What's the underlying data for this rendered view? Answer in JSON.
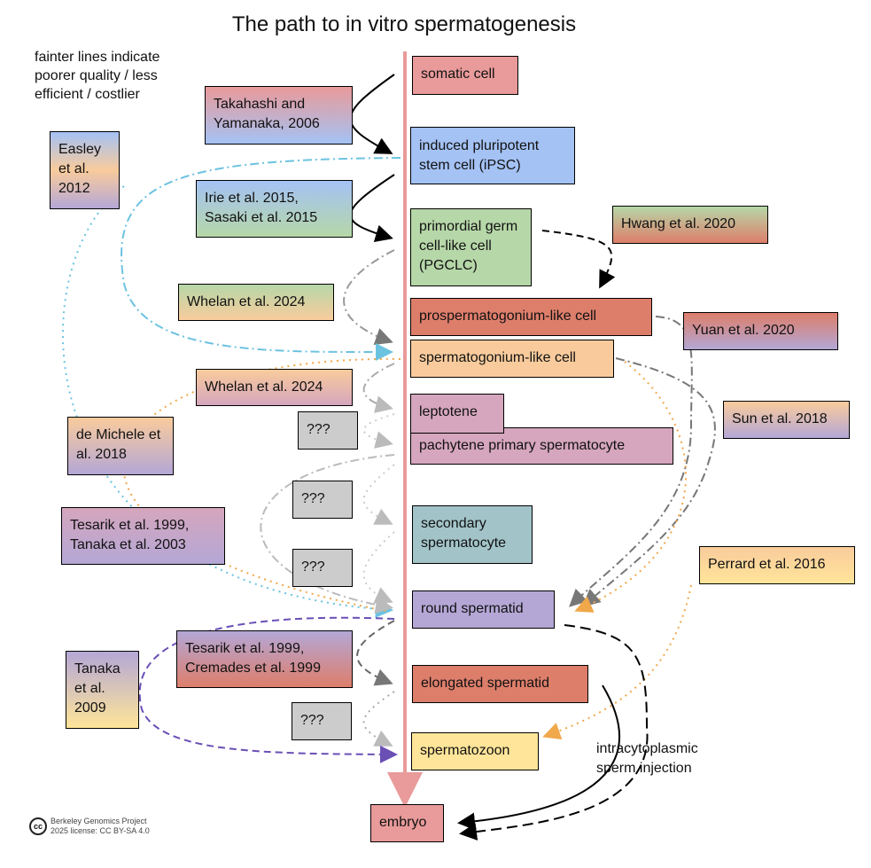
{
  "title": "The path to in vitro spermatogenesis",
  "note": "fainter lines indicate poorer quality / less efficient / costlier",
  "stages": [
    {
      "id": "somatic",
      "label": "somatic cell",
      "color": "#e99a9a"
    },
    {
      "id": "ipsc",
      "label": "induced pluripotent stem cell (iPSC)",
      "color": "#a4c2f4"
    },
    {
      "id": "pgclc",
      "label": "primordial germ cell-like cell (PGCLC)",
      "color": "#b6d7a8"
    },
    {
      "id": "prosperm",
      "label": "prospermatogonium-like cell",
      "color": "#dd7e6b"
    },
    {
      "id": "spermatogonium",
      "label": "spermatogonium-like cell",
      "color": "#f9cb9c"
    },
    {
      "id": "leptotene",
      "label": "leptotene",
      "color": "#d5a6bd"
    },
    {
      "id": "pachytene",
      "label": "pachytene primary spermatocyte",
      "color": "#d5a6bd"
    },
    {
      "id": "secondary",
      "label": "secondary spermatocyte",
      "color": "#a2c4c9"
    },
    {
      "id": "round",
      "label": "round spermatid",
      "color": "#b4a7d6"
    },
    {
      "id": "elongated",
      "label": "elongated spermatid",
      "color": "#dd7e6b"
    },
    {
      "id": "spermatozoon",
      "label": "spermatozoon",
      "color": "#ffe599"
    },
    {
      "id": "embryo",
      "label": "embryo",
      "color": "#e99a9a"
    }
  ],
  "citations": [
    {
      "id": "takahashi",
      "label": "Takahashi and Yamanaka, 2006"
    },
    {
      "id": "easley",
      "label": "Easley et al. 2012"
    },
    {
      "id": "irie",
      "label": "Irie et al. 2015, Sasaki et al. 2015"
    },
    {
      "id": "hwang",
      "label": "Hwang et al. 2020"
    },
    {
      "id": "whelan1",
      "label": "Whelan et al. 2024"
    },
    {
      "id": "yuan",
      "label": "Yuan et al. 2020"
    },
    {
      "id": "whelan2",
      "label": "Whelan et al. 2024"
    },
    {
      "id": "unknown1",
      "label": "???"
    },
    {
      "id": "sun",
      "label": "Sun et al. 2018"
    },
    {
      "id": "demichele",
      "label": "de Michele et al. 2018"
    },
    {
      "id": "unknown2",
      "label": "???"
    },
    {
      "id": "tesarik_tanaka",
      "label": "Tesarik et al. 1999, Tanaka et al. 2003"
    },
    {
      "id": "unknown3",
      "label": "???"
    },
    {
      "id": "perrard",
      "label": "Perrard et al. 2016"
    },
    {
      "id": "tesarik_cremades",
      "label": "Tesarik et al. 1999, Cremades et al. 1999"
    },
    {
      "id": "tanaka2009",
      "label": "Tanaka et al. 2009"
    },
    {
      "id": "unknown4",
      "label": "???"
    }
  ],
  "icsi_label": "intracytoplasmic sperm injection",
  "credit": {
    "line1": "Berkeley Genomics Project",
    "line2": "2025 license: CC BY-SA 4.0",
    "icon": "cc"
  }
}
